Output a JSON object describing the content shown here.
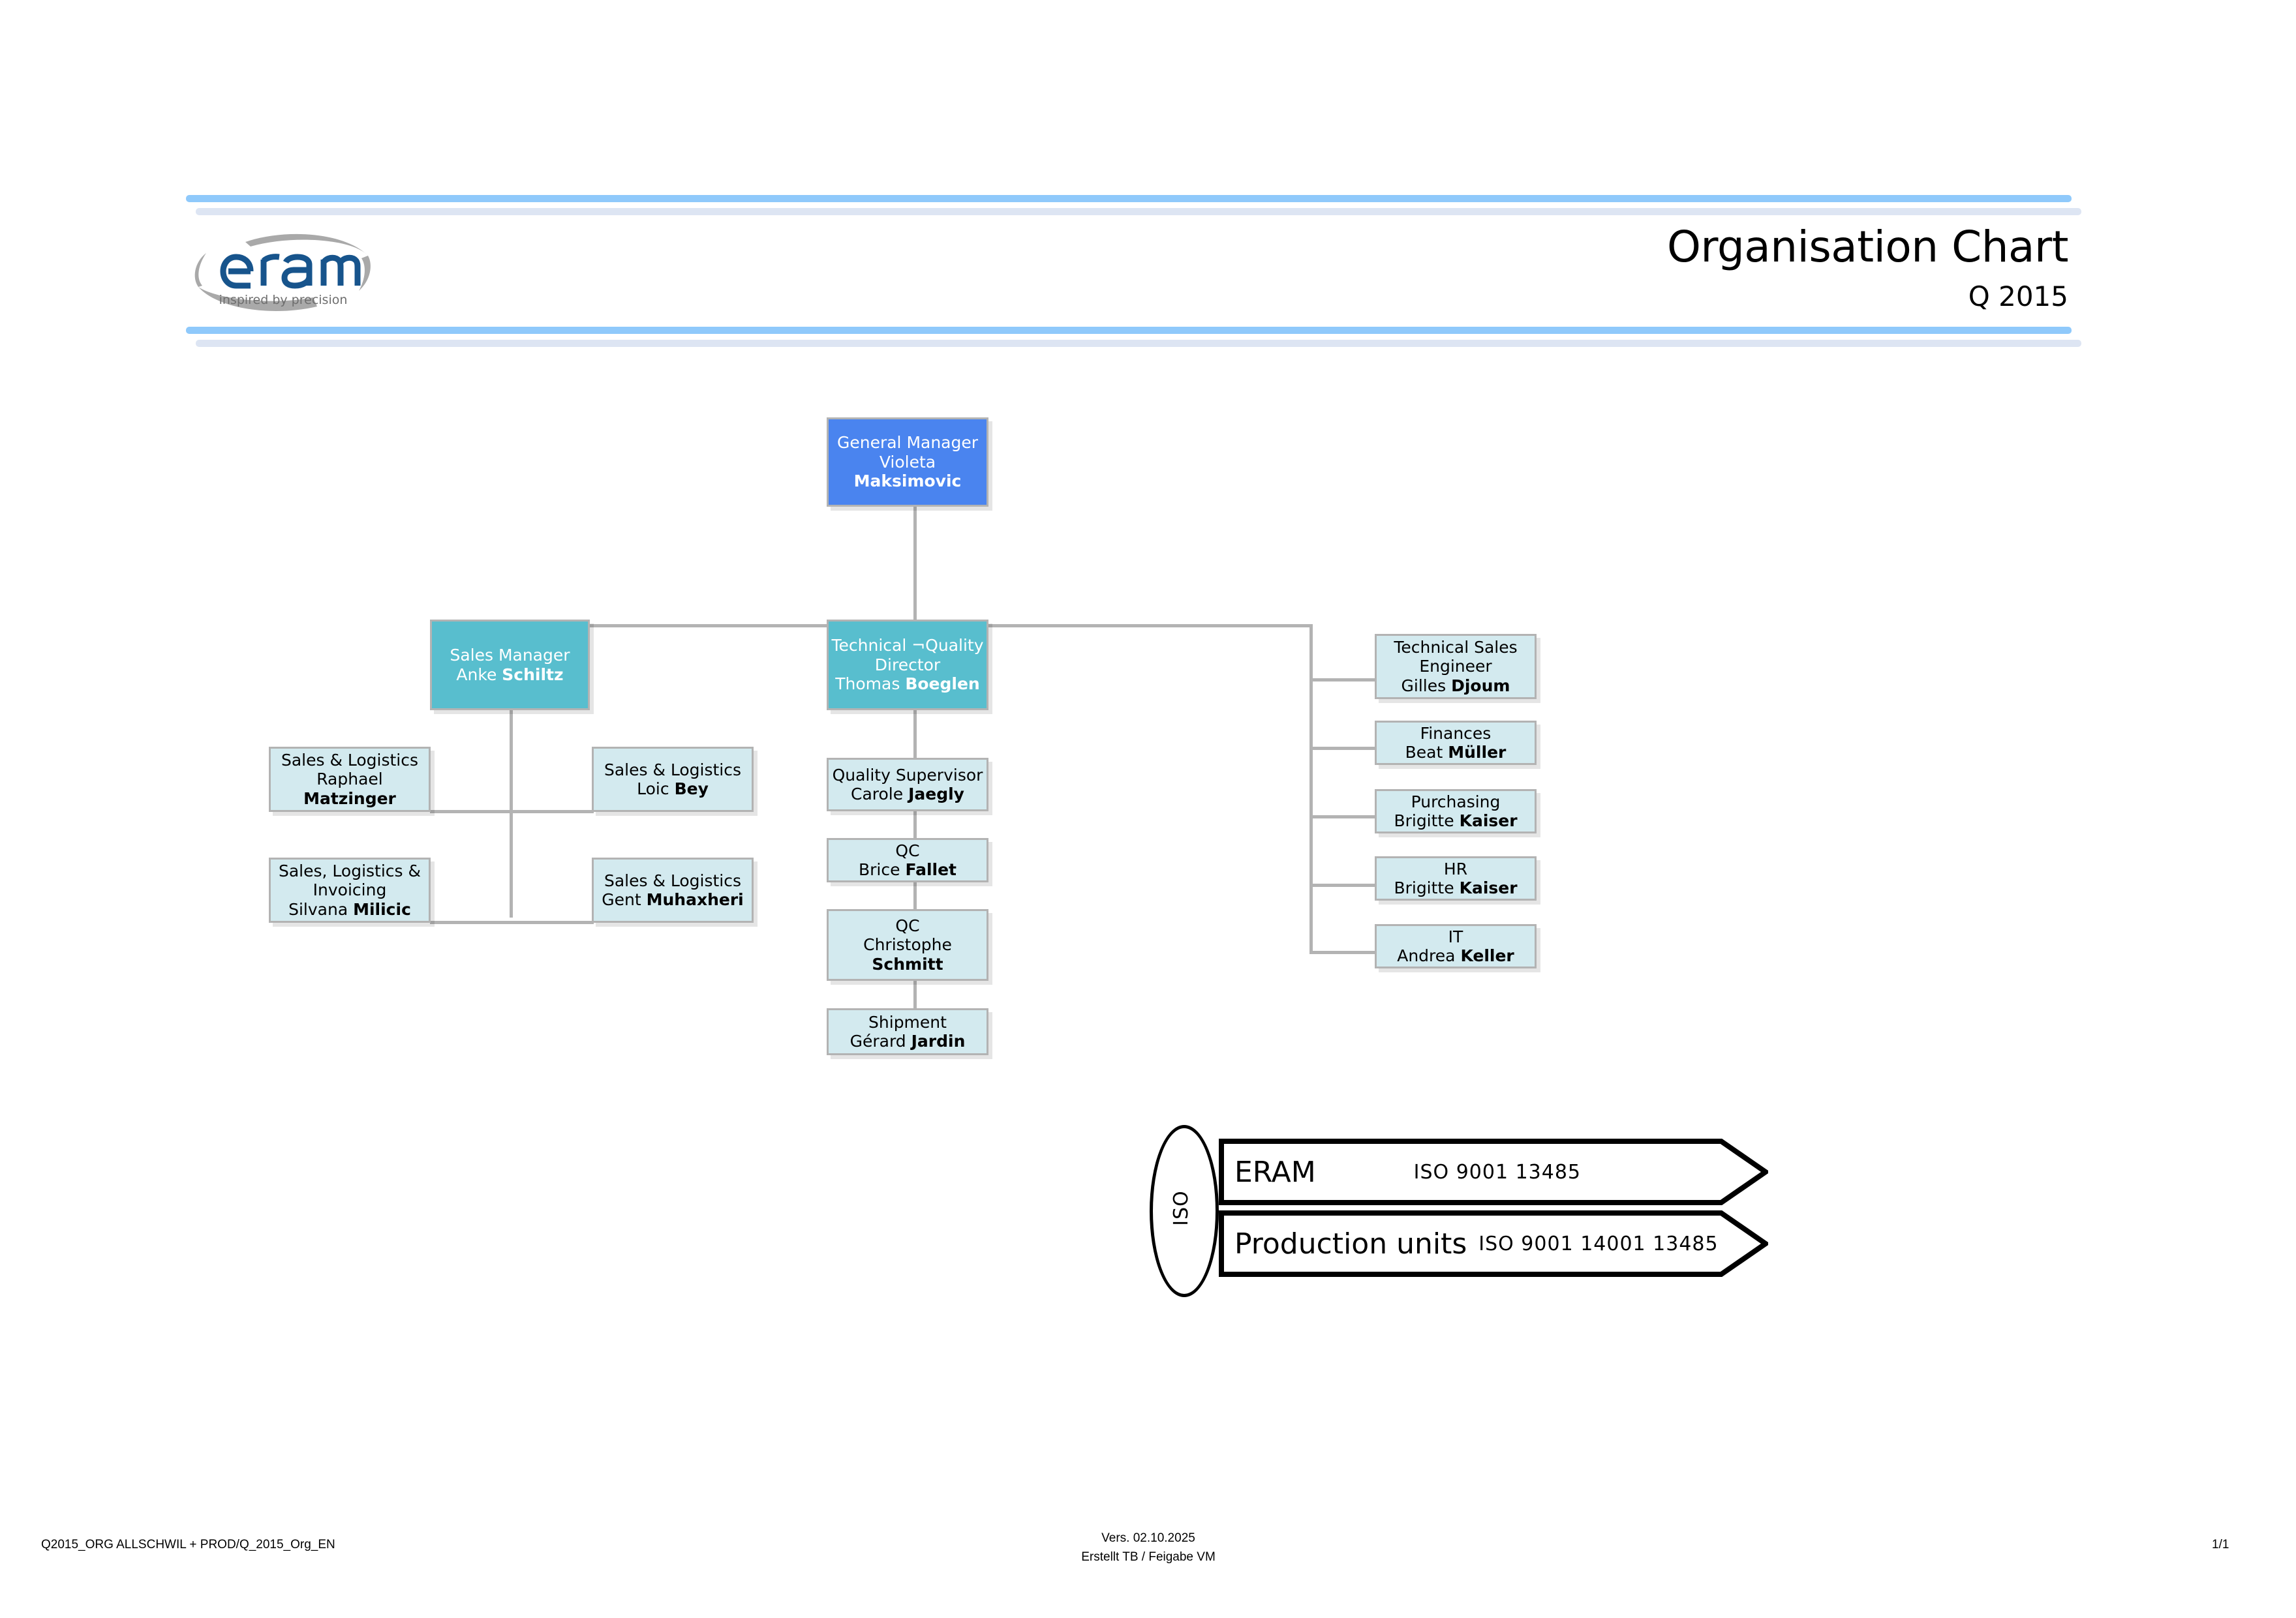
{
  "header": {
    "title": "Organisation Chart",
    "subtitle": "Q 2015",
    "logo_wordmark": "eram",
    "logo_tagline": "inspired by precision",
    "accent_blue": "#8fc9fb",
    "accent_pale": "#dde5f3",
    "logo_blue": "#17548c",
    "logo_grey": "#a9a9a9"
  },
  "chart": {
    "colors": {
      "level0_fill": "#4a84ef",
      "level1_fill": "#58bece",
      "level2_fill": "#d3eaef",
      "box_border": "#b3b3b3",
      "connector": "#b3b3b3"
    },
    "nodes": {
      "general_manager": {
        "role": "General Manager",
        "name_first": "Violeta",
        "name_last": "Maksimovic"
      },
      "sales_manager": {
        "role": "Sales Manager",
        "name_first": "Anke",
        "name_last": "Schiltz"
      },
      "tech_quality_director": {
        "role_line1": "Technical ¬Quality",
        "role_line2": "Director",
        "name_first": "Thomas",
        "name_last": "Boeglen"
      },
      "sales_logistics_matzinger": {
        "role": "Sales & Logistics",
        "name_first": "Raphael",
        "name_last": "Matzinger"
      },
      "sales_logistics_bey": {
        "role": "Sales & Logistics",
        "name_first": "Loic",
        "name_last": "Bey"
      },
      "sales_logistics_invoicing_milicic": {
        "role_line1": "Sales, Logistics &",
        "role_line2": "Invoicing",
        "name_first": "Silvana",
        "name_last": "Milicic"
      },
      "sales_logistics_muhaxheri": {
        "role": "Sales & Logistics",
        "name_first": "Gent",
        "name_last": "Muhaxheri"
      },
      "quality_supervisor": {
        "role": "Quality Supervisor",
        "name_first": "Carole",
        "name_last": "Jaegly"
      },
      "qc_fallet": {
        "role": "QC",
        "name_first": "Brice",
        "name_last": "Fallet"
      },
      "qc_schmitt": {
        "role": "QC",
        "name_first": "Christophe",
        "name_last": "Schmitt"
      },
      "shipment_jardin": {
        "role": "Shipment",
        "name_first": "Gérard",
        "name_last": "Jardin"
      },
      "technical_sales_engineer": {
        "role_line1": "Technical Sales",
        "role_line2": "Engineer",
        "name_first": "Gilles",
        "name_last": "Djoum"
      },
      "finances": {
        "role": "Finances",
        "name_first": "Beat",
        "name_last": "Müller"
      },
      "purchasing": {
        "role": "Purchasing",
        "name_first": "Brigitte",
        "name_last": "Kaiser"
      },
      "hr": {
        "role": "HR",
        "name_first": "Brigitte",
        "name_last": "Kaiser"
      },
      "it": {
        "role": "IT",
        "name_first": "Andrea",
        "name_last": "Keller"
      }
    }
  },
  "iso": {
    "label": "ISO",
    "bands": [
      {
        "name": "ERAM",
        "certs": "ISO  9001   13485"
      },
      {
        "name": "Production units",
        "certs": "ISO  9001    14001    13485"
      }
    ]
  },
  "footer": {
    "left": "Q2015_ORG ALLSCHWIL + PROD/Q_2015_Org_EN",
    "version": "Vers. 02.10.2025",
    "authors": "Erstellt TB / Feigabe VM",
    "page": "1/1"
  }
}
